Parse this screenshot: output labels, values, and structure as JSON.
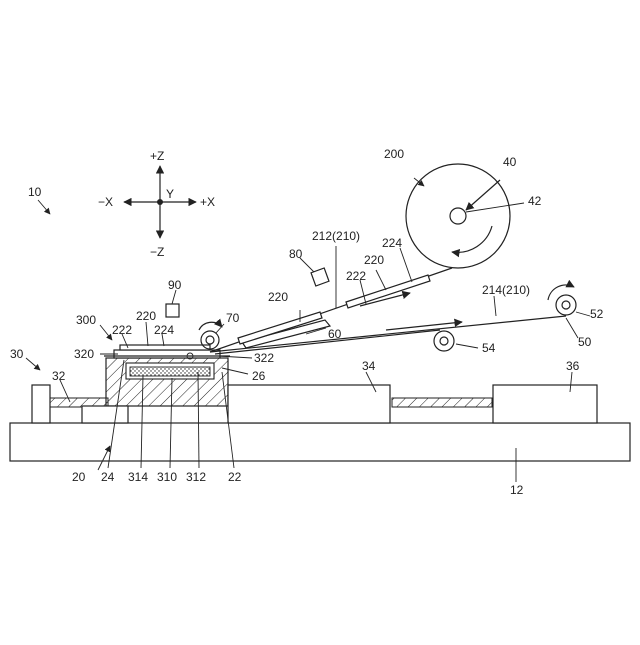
{
  "axes": {
    "plus_z": "+Z",
    "minus_z": "−Z",
    "plus_x": "+X",
    "minus_x": "−X",
    "y": "Y"
  },
  "labels": {
    "l10": "10",
    "l12": "12",
    "l20": "20",
    "l22": "22",
    "l24": "24",
    "l26": "26",
    "l30": "30",
    "l32": "32",
    "l34": "34",
    "l36": "36",
    "l40": "40",
    "l42": "42",
    "l50": "50",
    "l52": "52",
    "l54": "54",
    "l60": "60",
    "l70": "70",
    "l80": "80",
    "l90": "90",
    "l200": "200",
    "l212": "212(210)",
    "l214": "214(210)",
    "l220a": "220",
    "l220b": "220",
    "l220c": "220",
    "l222a": "222",
    "l222b": "222",
    "l224a": "224",
    "l224b": "224",
    "l300": "300",
    "l310": "310",
    "l312": "312",
    "l314": "314",
    "l320": "320",
    "l322": "322"
  }
}
